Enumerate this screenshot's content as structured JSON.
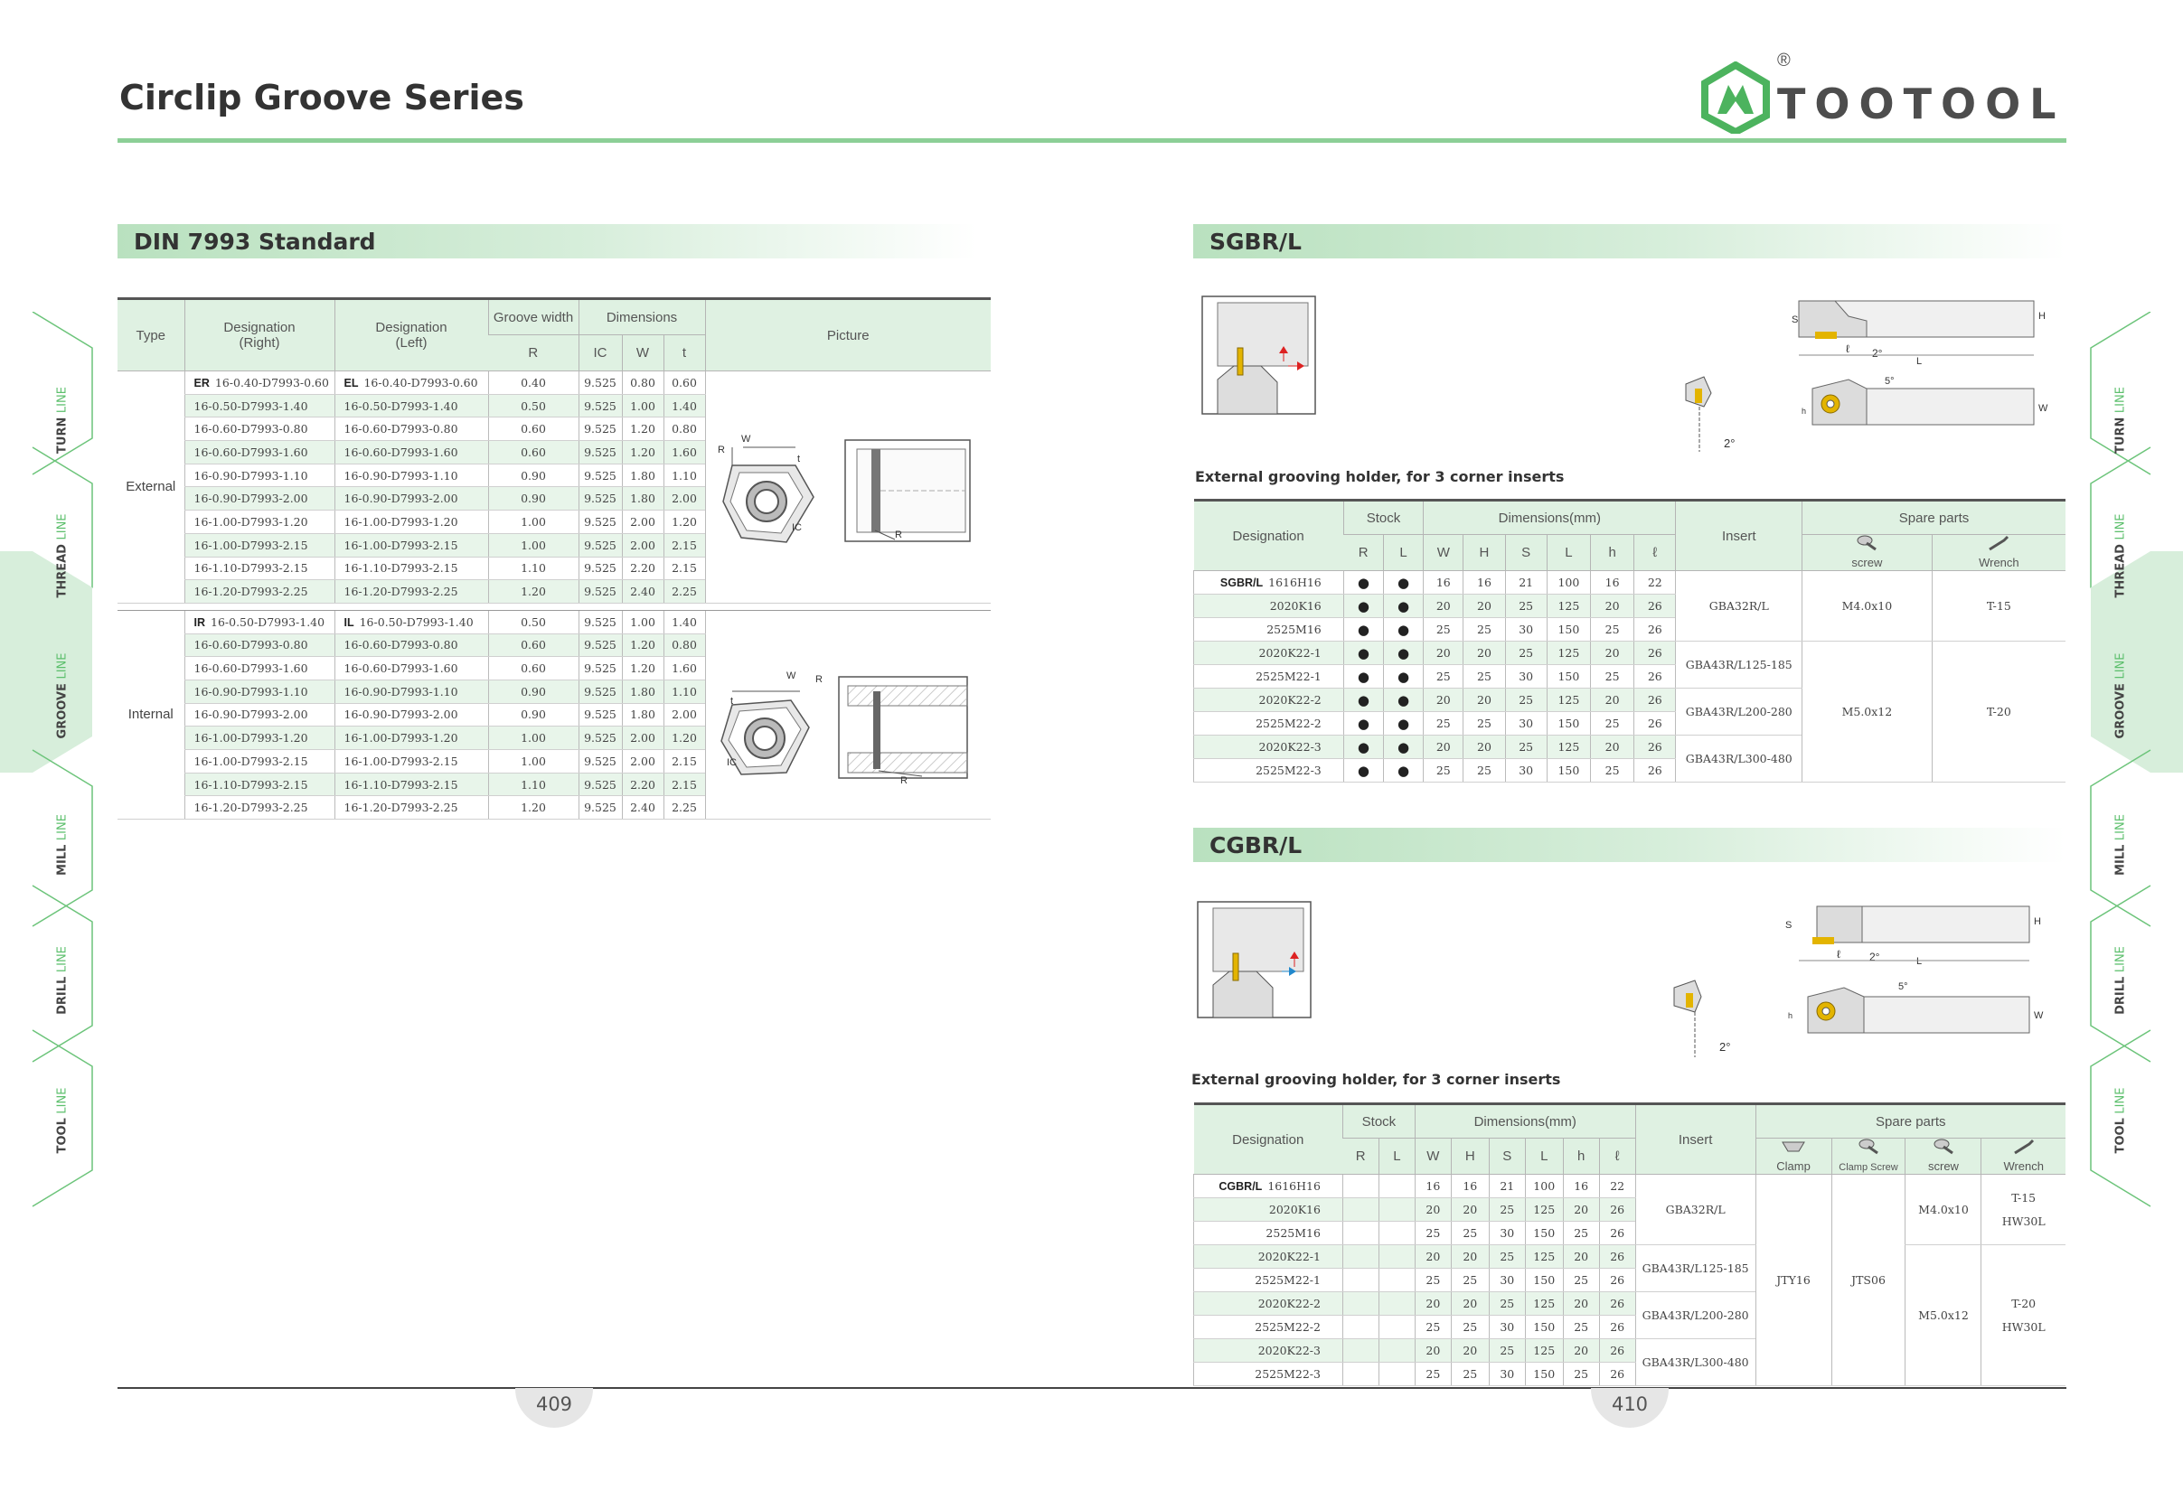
{
  "header": {
    "title": "Circlip Groove Series",
    "brand": "TOOTOOL",
    "registered": "®",
    "accent": "#4cb35e"
  },
  "side_tabs": [
    {
      "name": "TURN",
      "suffix": "LINE"
    },
    {
      "name": "THREAD",
      "suffix": "LINE"
    },
    {
      "name": "GROOVE",
      "suffix": "LINE"
    },
    {
      "name": "MILL",
      "suffix": "LINE"
    },
    {
      "name": "DRILL",
      "suffix": "LINE"
    },
    {
      "name": "TOOL",
      "suffix": "LINE"
    }
  ],
  "din": {
    "title": "DIN 7993 Standard",
    "headers": {
      "type": "Type",
      "des_right": "Designation\n(Right)",
      "des_left": "Designation\n(Left)",
      "groove": "Groove width",
      "dims": "Dimensions",
      "picture": "Picture",
      "r": "R",
      "ic": "IC",
      "w": "W",
      "t": "t"
    },
    "external": {
      "label": "External",
      "rows": [
        {
          "pr": "ER",
          "right": "16-0.40-D7993-0.60",
          "pl": "EL",
          "left": "16-0.40-D7993-0.60",
          "r": "0.40",
          "ic": "9.525",
          "w": "0.80",
          "t": "0.60"
        },
        {
          "right": "16-0.50-D7993-1.40",
          "left": "16-0.50-D7993-1.40",
          "r": "0.50",
          "ic": "9.525",
          "w": "1.00",
          "t": "1.40"
        },
        {
          "right": "16-0.60-D7993-0.80",
          "left": "16-0.60-D7993-0.80",
          "r": "0.60",
          "ic": "9.525",
          "w": "1.20",
          "t": "0.80"
        },
        {
          "right": "16-0.60-D7993-1.60",
          "left": "16-0.60-D7993-1.60",
          "r": "0.60",
          "ic": "9.525",
          "w": "1.20",
          "t": "1.60"
        },
        {
          "right": "16-0.90-D7993-1.10",
          "left": "16-0.90-D7993-1.10",
          "r": "0.90",
          "ic": "9.525",
          "w": "1.80",
          "t": "1.10"
        },
        {
          "right": "16-0.90-D7993-2.00",
          "left": "16-0.90-D7993-2.00",
          "r": "0.90",
          "ic": "9.525",
          "w": "1.80",
          "t": "2.00"
        },
        {
          "right": "16-1.00-D7993-1.20",
          "left": "16-1.00-D7993-1.20",
          "r": "1.00",
          "ic": "9.525",
          "w": "2.00",
          "t": "1.20"
        },
        {
          "right": "16-1.00-D7993-2.15",
          "left": "16-1.00-D7993-2.15",
          "r": "1.00",
          "ic": "9.525",
          "w": "2.00",
          "t": "2.15"
        },
        {
          "right": "16-1.10-D7993-2.15",
          "left": "16-1.10-D7993-2.15",
          "r": "1.10",
          "ic": "9.525",
          "w": "2.20",
          "t": "2.15"
        },
        {
          "right": "16-1.20-D7993-2.25",
          "left": "16-1.20-D7993-2.25",
          "r": "1.20",
          "ic": "9.525",
          "w": "2.40",
          "t": "2.25"
        }
      ]
    },
    "internal": {
      "label": "Internal",
      "rows": [
        {
          "pr": "IR",
          "right": "16-0.50-D7993-1.40",
          "pl": "IL",
          "left": "16-0.50-D7993-1.40",
          "r": "0.50",
          "ic": "9.525",
          "w": "1.00",
          "t": "1.40"
        },
        {
          "right": "16-0.60-D7993-0.80",
          "left": "16-0.60-D7993-0.80",
          "r": "0.60",
          "ic": "9.525",
          "w": "1.20",
          "t": "0.80"
        },
        {
          "right": "16-0.60-D7993-1.60",
          "left": "16-0.60-D7993-1.60",
          "r": "0.60",
          "ic": "9.525",
          "w": "1.20",
          "t": "1.60"
        },
        {
          "right": "16-0.90-D7993-1.10",
          "left": "16-0.90-D7993-1.10",
          "r": "0.90",
          "ic": "9.525",
          "w": "1.80",
          "t": "1.10"
        },
        {
          "right": "16-0.90-D7993-2.00",
          "left": "16-0.90-D7993-2.00",
          "r": "0.90",
          "ic": "9.525",
          "w": "1.80",
          "t": "2.00"
        },
        {
          "right": "16-1.00-D7993-1.20",
          "left": "16-1.00-D7993-1.20",
          "r": "1.00",
          "ic": "9.525",
          "w": "2.00",
          "t": "1.20"
        },
        {
          "right": "16-1.00-D7993-2.15",
          "left": "16-1.00-D7993-2.15",
          "r": "1.00",
          "ic": "9.525",
          "w": "2.00",
          "t": "2.15"
        },
        {
          "right": "16-1.10-D7993-2.15",
          "left": "16-1.10-D7993-2.15",
          "r": "1.10",
          "ic": "9.525",
          "w": "2.20",
          "t": "2.15"
        },
        {
          "right": "16-1.20-D7993-2.25",
          "left": "16-1.20-D7993-2.25",
          "r": "1.20",
          "ic": "9.525",
          "w": "2.40",
          "t": "2.25"
        }
      ]
    }
  },
  "sgbr": {
    "title": "SGBR/L",
    "subtitle": "External grooving holder, for 3 corner inserts",
    "headers": {
      "designation": "Designation",
      "stock": "Stock",
      "dims": "Dimensions(mm)",
      "insert": "Insert",
      "spare": "Spare parts",
      "R": "R",
      "L": "L",
      "W": "W",
      "H": "H",
      "S": "S",
      "Lc": "L",
      "h": "h",
      "l": "ℓ",
      "screw": "screw",
      "wrench": "Wrench"
    },
    "prefix": "SGBR/L",
    "rows": [
      {
        "des": "1616H16",
        "r": "●",
        "l": "●",
        "W": "16",
        "H": "16",
        "S": "21",
        "L": "100",
        "h": "16",
        "ll": "22"
      },
      {
        "des": "2020K16",
        "r": "●",
        "l": "●",
        "W": "20",
        "H": "20",
        "S": "25",
        "L": "125",
        "h": "20",
        "ll": "26"
      },
      {
        "des": "2525M16",
        "r": "●",
        "l": "●",
        "W": "25",
        "H": "25",
        "S": "30",
        "L": "150",
        "h": "25",
        "ll": "26"
      },
      {
        "des": "2020K22-1",
        "r": "●",
        "l": "●",
        "W": "20",
        "H": "20",
        "S": "25",
        "L": "125",
        "h": "20",
        "ll": "26"
      },
      {
        "des": "2525M22-1",
        "r": "●",
        "l": "●",
        "W": "25",
        "H": "25",
        "S": "30",
        "L": "150",
        "h": "25",
        "ll": "26"
      },
      {
        "des": "2020K22-2",
        "r": "●",
        "l": "●",
        "W": "20",
        "H": "20",
        "S": "25",
        "L": "125",
        "h": "20",
        "ll": "26"
      },
      {
        "des": "2525M22-2",
        "r": "●",
        "l": "●",
        "W": "25",
        "H": "25",
        "S": "30",
        "L": "150",
        "h": "25",
        "ll": "26"
      },
      {
        "des": "2020K22-3",
        "r": "●",
        "l": "●",
        "W": "20",
        "H": "20",
        "S": "25",
        "L": "125",
        "h": "20",
        "ll": "26"
      },
      {
        "des": "2525M22-3",
        "r": "●",
        "l": "●",
        "W": "25",
        "H": "25",
        "S": "30",
        "L": "150",
        "h": "25",
        "ll": "26"
      }
    ],
    "inserts": [
      "GBA32R/L",
      "GBA43R/L125-185",
      "GBA43R/L200-280",
      "GBA43R/L300-480"
    ],
    "screws": [
      "M4.0x10",
      "M5.0x12"
    ],
    "wrenches": [
      "T-15",
      "T-20"
    ]
  },
  "cgbr": {
    "title": "CGBR/L",
    "subtitle": "External grooving holder, for 3 corner inserts",
    "headers": {
      "designation": "Designation",
      "stock": "Stock",
      "dims": "Dimensions(mm)",
      "insert": "Insert",
      "spare": "Spare parts",
      "R": "R",
      "L": "L",
      "W": "W",
      "H": "H",
      "S": "S",
      "Lc": "L",
      "h": "h",
      "l": "ℓ",
      "clamp": "Clamp",
      "clamp_screw": "Clamp Screw",
      "screw": "screw",
      "wrench": "Wrench"
    },
    "prefix": "CGBR/L",
    "rows": [
      {
        "des": "1616H16",
        "W": "16",
        "H": "16",
        "S": "21",
        "L": "100",
        "h": "16",
        "ll": "22"
      },
      {
        "des": "2020K16",
        "W": "20",
        "H": "20",
        "S": "25",
        "L": "125",
        "h": "20",
        "ll": "26"
      },
      {
        "des": "2525M16",
        "W": "25",
        "H": "25",
        "S": "30",
        "L": "150",
        "h": "25",
        "ll": "26"
      },
      {
        "des": "2020K22-1",
        "W": "20",
        "H": "20",
        "S": "25",
        "L": "125",
        "h": "20",
        "ll": "26"
      },
      {
        "des": "2525M22-1",
        "W": "25",
        "H": "25",
        "S": "30",
        "L": "150",
        "h": "25",
        "ll": "26"
      },
      {
        "des": "2020K22-2",
        "W": "20",
        "H": "20",
        "S": "25",
        "L": "125",
        "h": "20",
        "ll": "26"
      },
      {
        "des": "2525M22-2",
        "W": "25",
        "H": "25",
        "S": "30",
        "L": "150",
        "h": "25",
        "ll": "26"
      },
      {
        "des": "2020K22-3",
        "W": "20",
        "H": "20",
        "S": "25",
        "L": "125",
        "h": "20",
        "ll": "26"
      },
      {
        "des": "2525M22-3",
        "W": "25",
        "H": "25",
        "S": "30",
        "L": "150",
        "h": "25",
        "ll": "26"
      }
    ],
    "inserts": [
      "GBA32R/L",
      "GBA43R/L125-185",
      "GBA43R/L200-280",
      "GBA43R/L300-480"
    ],
    "clamp": "JTY16",
    "clamp_screw": "JTS06",
    "screws": [
      "M4.0x10",
      "M5.0x12"
    ],
    "wrenches_1": [
      "T-15",
      "HW30L"
    ],
    "wrenches_2": [
      "T-20",
      "HW30L"
    ]
  },
  "drawing_labels": {
    "R": "R",
    "W": "W",
    "t": "t",
    "IC": "IC",
    "S": "S",
    "H": "H",
    "h": "h",
    "L": "L",
    "l": "ℓ",
    "deg2": "2°",
    "deg5": "5°"
  },
  "footer": {
    "page_left": "409",
    "page_right": "410"
  }
}
